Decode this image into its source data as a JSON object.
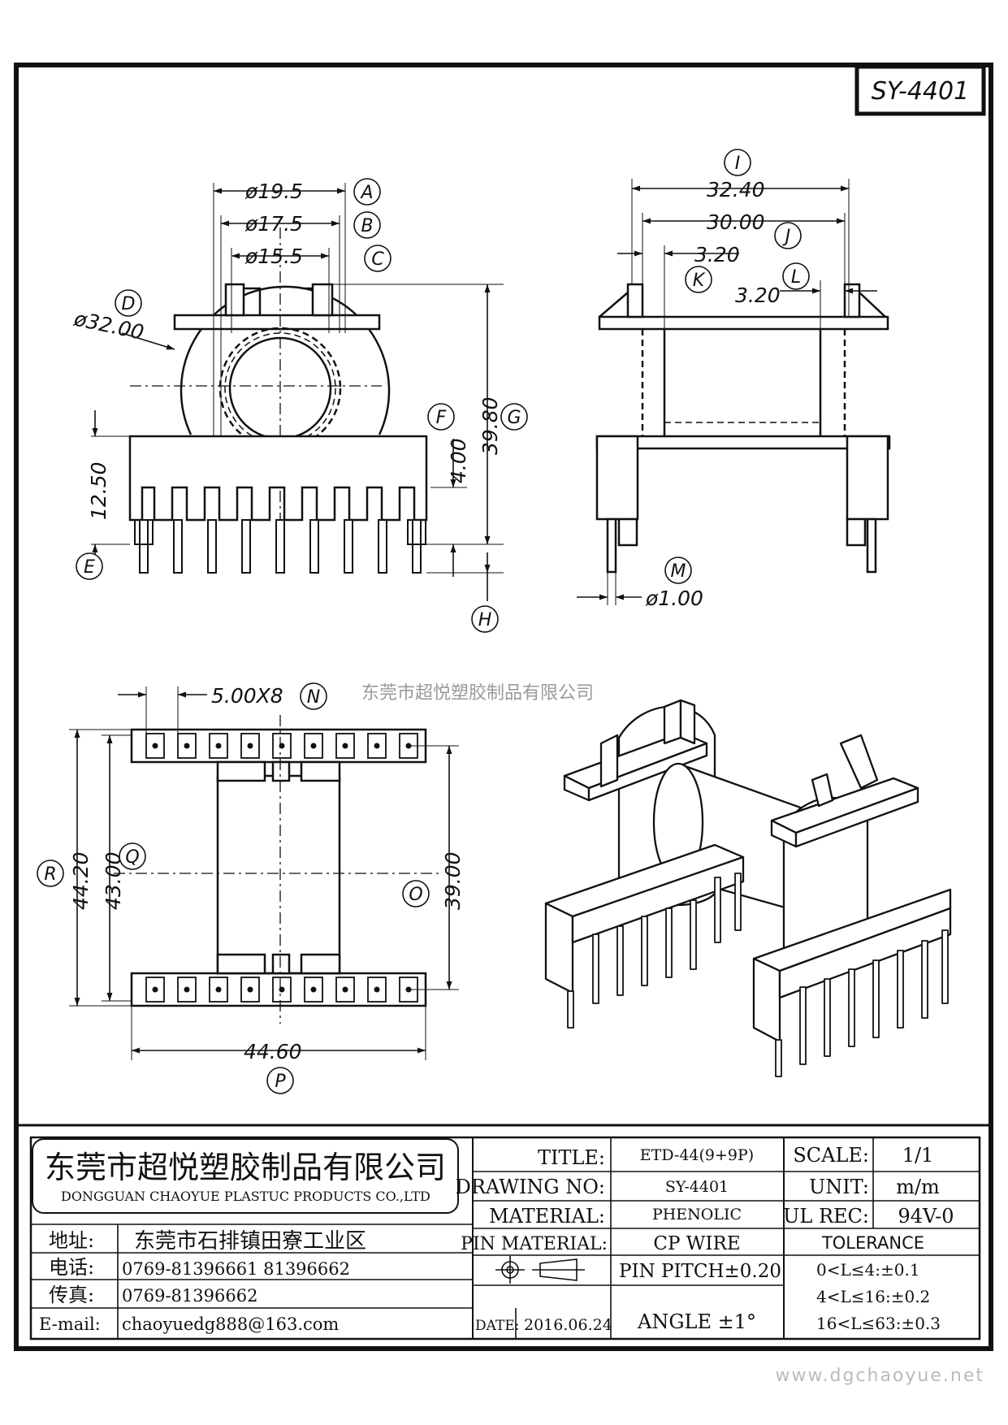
{
  "drawing": {
    "code": "SY-4401",
    "watermark": "东莞市超悦塑胶制品有限公司",
    "website": "www.dgchaoyue.net"
  },
  "view_top": {
    "dims": {
      "A": "ø19.5",
      "B": "ø17.5",
      "C": "ø15.5",
      "D": "ø32.00",
      "E": "12.50",
      "F": "4.00",
      "G": "39.80"
    },
    "balloons": {
      "A": "A",
      "B": "B",
      "C": "C",
      "D": "D",
      "E": "E",
      "F": "F",
      "G": "G",
      "H": "H"
    }
  },
  "view_side": {
    "dims": {
      "I": "32.40",
      "J": "30.00",
      "K": "3.20",
      "L": "3.20",
      "M": "ø1.00"
    },
    "balloons": {
      "I": "I",
      "J": "J",
      "K": "K",
      "L": "L",
      "M": "M"
    }
  },
  "view_bottom": {
    "dims": {
      "N": "5.00X8",
      "O": "39.00",
      "P": "44.60",
      "Q": "43.00",
      "R": "44.20"
    },
    "balloons": {
      "N": "N",
      "O": "O",
      "P": "P",
      "Q": "Q",
      "R": "R"
    }
  },
  "title_block": {
    "company_cn": "东莞市超悦塑胶制品有限公司",
    "company_en": "DONGGUAN CHAOYUE PLASTUC PRODUCTS CO.,LTD",
    "address_label": "地址:",
    "address": "东莞市石排镇田寮工业区",
    "phone_label": "电话:",
    "phone": "0769-81396661   81396662",
    "fax_label": "传真:",
    "fax": "0769-81396662",
    "email_label": "E-mail:",
    "email": "chaoyuedg888@163.com",
    "title_label": "TITLE:",
    "title": "ETD-44(9+9P)",
    "drawing_no_label": "DRAWING NO:",
    "drawing_no": "SY-4401",
    "material_label": "MATERIAL:",
    "material": "PHENOLIC",
    "pin_material_label": "PIN MATERIAL:",
    "pin_material": "CP WIRE",
    "pin_pitch": "PIN PITCH±0.20",
    "angle": "ANGLE  ±1°",
    "date_label": "DATE:",
    "date": "2016.06.24",
    "scale_label": "SCALE:",
    "scale": "1/1",
    "unit_label": "UNIT:",
    "unit": "m/m",
    "ul_label": "UL REC:",
    "ul": "94V-0",
    "tolerance_label": "TOLERANCE",
    "tol_1": "0<L≤4:±0.1",
    "tol_2": "4<L≤16:±0.2",
    "tol_3": "16<L≤63:±0.3"
  }
}
